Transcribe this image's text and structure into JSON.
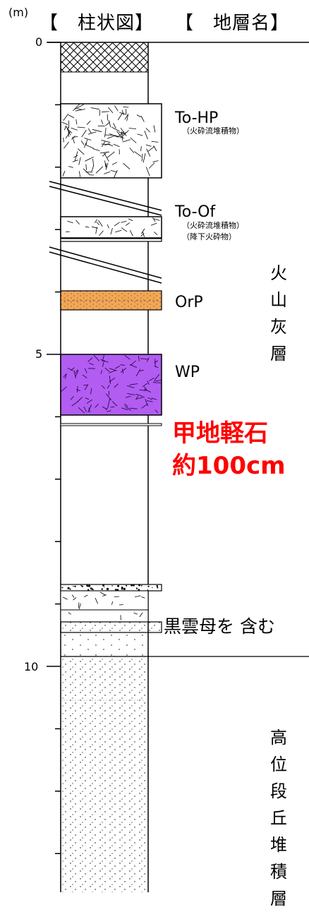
{
  "header": {
    "unit": "(m)",
    "column_title": "【　柱状図】",
    "layer_title": "【　地層名】"
  },
  "depth_ticks": [
    "0",
    "5",
    "10"
  ],
  "layers": {
    "to_hp": {
      "name": "To-HP",
      "sub": "（火砕流堆積物）"
    },
    "to_of": {
      "name": "To-Of",
      "sub1": "（火砕流堆積物）",
      "sub2": "（降下火砕物）"
    },
    "orp": {
      "name": "OrP",
      "color": "#f5a654"
    },
    "wp": {
      "name": "WP",
      "color": "#b25cf2"
    },
    "biotite_note": "黒雲母を 含む"
  },
  "groups": {
    "volcanic_ash": "火山灰層",
    "terrace": "高位段丘堆積層"
  },
  "highlight": {
    "line1": "甲地軽石",
    "line2": "約100cm",
    "color": "#ff0000"
  }
}
